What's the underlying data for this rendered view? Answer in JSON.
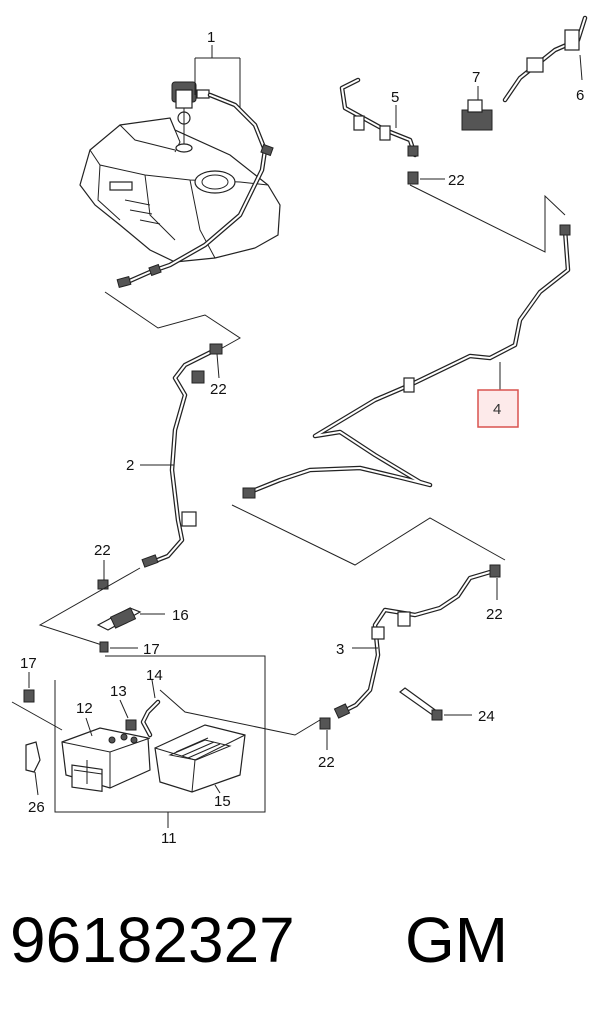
{
  "labels": {
    "p1": "1",
    "p2": "2",
    "p3": "3",
    "p4": "4",
    "p5": "5",
    "p6": "6",
    "p7": "7",
    "p11": "11",
    "p12": "12",
    "p13": "13",
    "p14": "14",
    "p15": "15",
    "p16": "16",
    "p17a": "17",
    "p17b": "17",
    "p22a": "22",
    "p22b": "22",
    "p22c": "22",
    "p22d": "22",
    "p22e": "22",
    "p24": "24",
    "p26": "26"
  },
  "caption": {
    "part_number": "96182327",
    "brand": "GM"
  },
  "colors": {
    "highlight": "#d9534f",
    "line": "#222222"
  }
}
